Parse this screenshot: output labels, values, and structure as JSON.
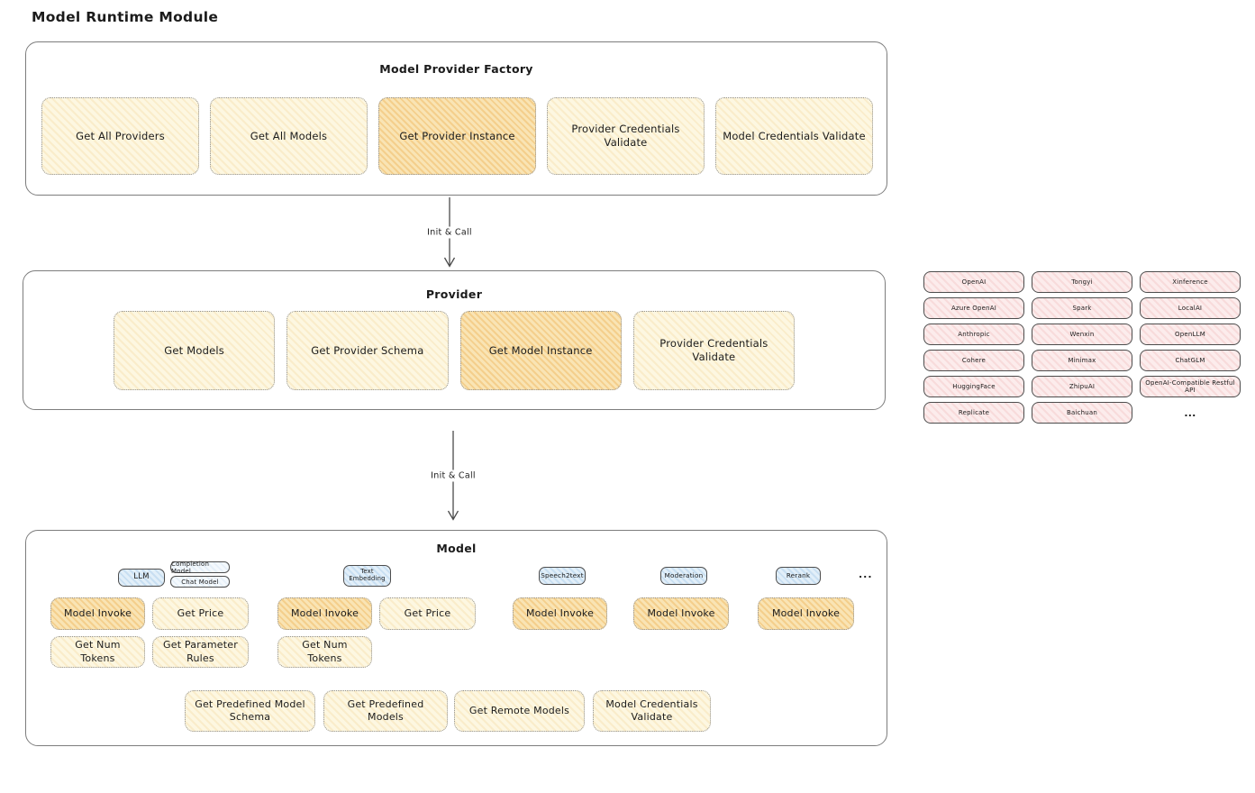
{
  "title": "Model Runtime Module",
  "colors": {
    "yellow_fill": "#fdf7e1",
    "orange_highlight_fill": "#f9e4b4",
    "pink_fill": "#fcecec",
    "blue_tag_fill": "#e2eff9",
    "container_border": "#7d7d7d",
    "node_border": "#8f8f8f"
  },
  "factory": {
    "title": "Model Provider Factory",
    "items": [
      {
        "label": "Get All Providers",
        "highlighted": false
      },
      {
        "label": "Get All Models",
        "highlighted": false
      },
      {
        "label": "Get Provider Instance",
        "highlighted": true
      },
      {
        "label": "Provider Credentials Validate",
        "highlighted": false
      },
      {
        "label": "Model Credentials Validate",
        "highlighted": false
      }
    ]
  },
  "arrows": {
    "factory_to_provider": "Init & Call",
    "provider_to_model": "Init & Call"
  },
  "provider": {
    "title": "Provider",
    "items": [
      {
        "label": "Get Models",
        "highlighted": false
      },
      {
        "label": "Get Provider Schema",
        "highlighted": false
      },
      {
        "label": "Get Model Instance",
        "highlighted": true
      },
      {
        "label": "Provider Credentials Validate",
        "highlighted": false
      }
    ]
  },
  "provider_list": {
    "cells": [
      "OpenAI",
      "Tongyi",
      "Xinference",
      "Azure OpenAI",
      "Spark",
      "LocalAI",
      "Anthropic",
      "Wenxin",
      "OpenLLM",
      "Cohere",
      "Minimax",
      "ChatGLM",
      "HuggingFace",
      "ZhipuAI",
      "OpenAI-Compatible Restful API",
      "Replicate",
      "Baichuan"
    ],
    "ellipsis": "..."
  },
  "model": {
    "title": "Model",
    "ellipsis": "...",
    "groups": [
      {
        "tag": "LLM",
        "subtags": [
          "Completion Model",
          "Chat Model"
        ],
        "buttons": [
          "Model Invoke",
          "Get Price",
          "Get Num Tokens",
          "Get Parameter Rules"
        ]
      },
      {
        "tag": "Text Embedding",
        "buttons": [
          "Model Invoke",
          "Get Price",
          "Get Num Tokens"
        ]
      },
      {
        "tag": "Speech2text",
        "buttons": [
          "Model Invoke"
        ]
      },
      {
        "tag": "Moderation",
        "buttons": [
          "Model Invoke"
        ]
      },
      {
        "tag": "Rerank",
        "buttons": [
          "Model Invoke"
        ]
      }
    ],
    "bottom_row": [
      "Get Predefined Model Schema",
      "Get Predefined Models",
      "Get Remote Models",
      "Model Credentials Validate"
    ]
  }
}
